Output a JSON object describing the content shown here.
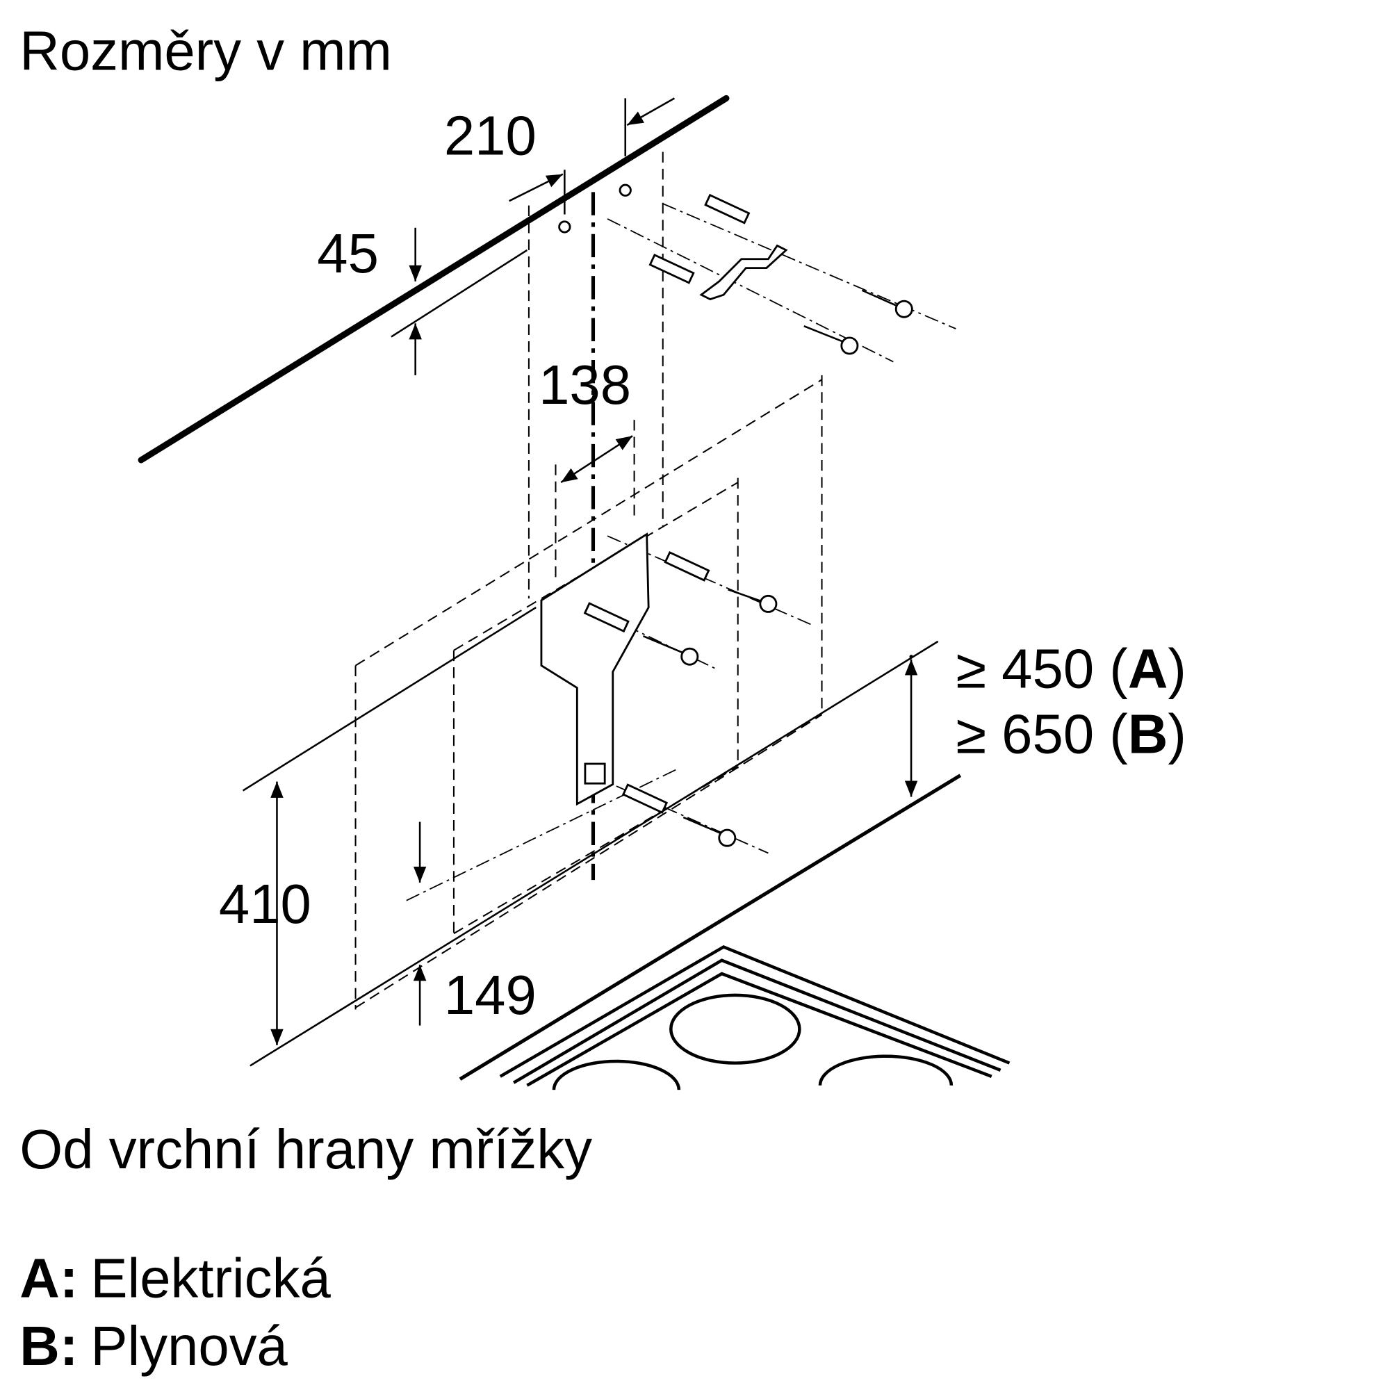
{
  "title": "Rozměry v mm",
  "dimensions": {
    "d210": "210",
    "d45": "45",
    "d138": "138",
    "d410": "410",
    "d149": "149",
    "min_a": "≥ 450 (",
    "min_a_letter": "A",
    "min_b": "≥ 650 (",
    "min_b_letter": "B",
    "close_paren": ")"
  },
  "note": "Od vrchní hrany mřížky",
  "legend": [
    {
      "key": "A:",
      "label": "Elektrická"
    },
    {
      "key": "B:",
      "label": "Plynová"
    }
  ]
}
